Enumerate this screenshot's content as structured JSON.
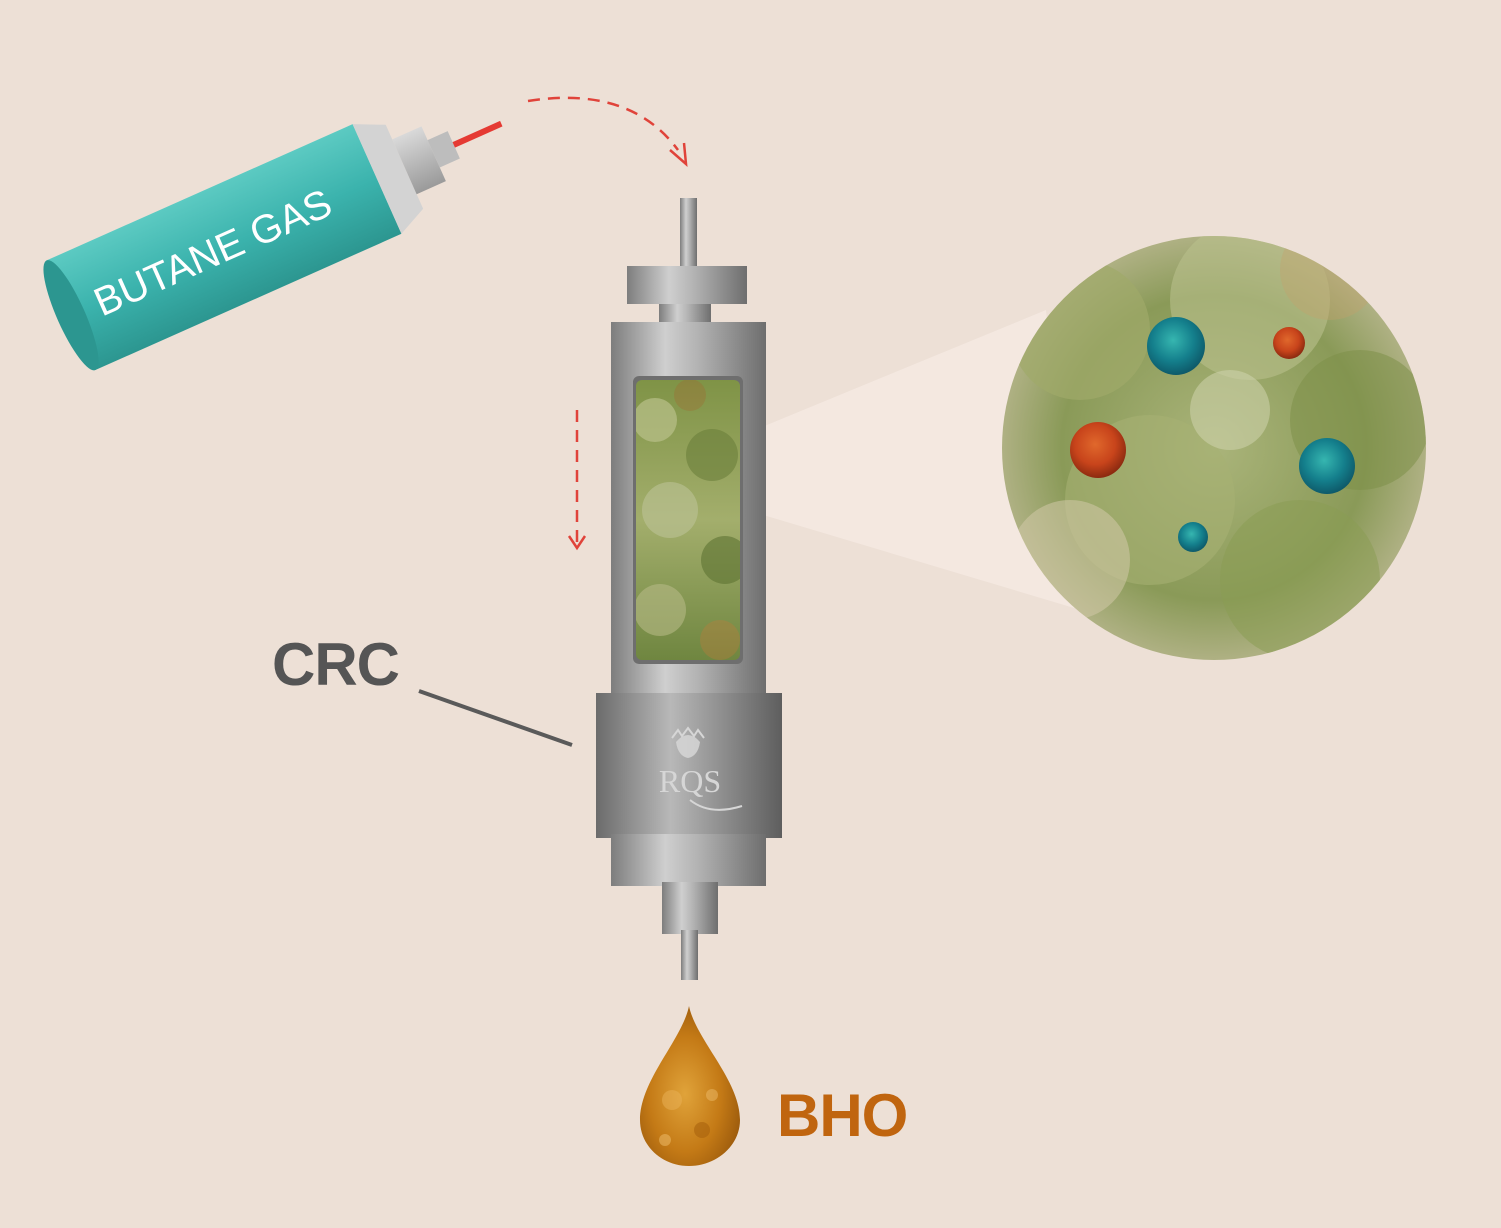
{
  "diagram": {
    "butane_can_label": "BUTANE GAS",
    "extractor_label": "CRC",
    "product_label": "BHO",
    "logo_text": "RQS"
  },
  "colors": {
    "background": "#ede0d6",
    "can_teal": "#3bb3ad",
    "can_teal_light": "#5ccac2",
    "spray_red": "#e53a33",
    "arrow_red": "#e0433a",
    "metal_dark": "#7d7d7d",
    "metal_light": "#cfcfcf",
    "label_gray": "#555555",
    "bho_orange": "#c0650f",
    "oil_amber": "#c47a16",
    "trichome_teal": "#1c8f9a",
    "trichome_orange": "#c8441b",
    "bud_green": "#9aa66a"
  },
  "icons": {
    "gas_can": "butane-can-icon",
    "extractor": "closed-loop-extractor-icon",
    "droplet": "oil-droplet-icon",
    "magnifier": "bud-zoom-icon",
    "logo": "rqs-lion-logo"
  }
}
